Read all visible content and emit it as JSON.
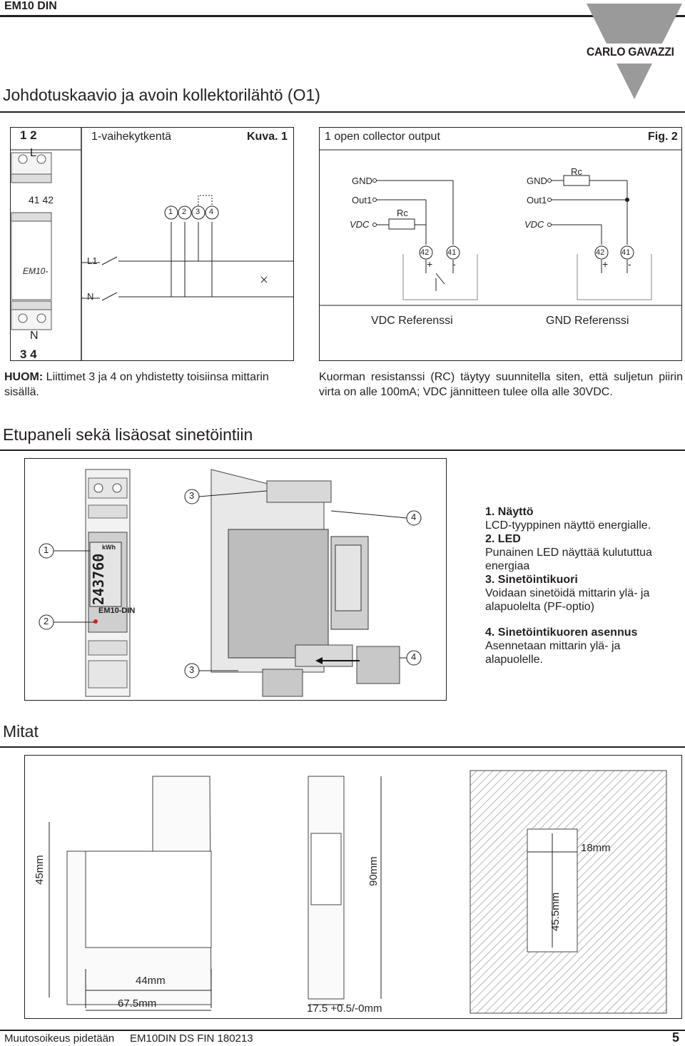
{
  "header": {
    "product": "EM10 DIN",
    "brand": "CARLO GAVAZZI"
  },
  "section1": {
    "title": "Johdotuskaavio ja avoin kollektorilähtö (O1)",
    "fig1": {
      "terminals_top": "1  2",
      "title": "1-vaihekytkentä",
      "caption": "Kuva. 1",
      "l_label": "L",
      "n_label": "N",
      "out_terminals": "41 42",
      "terminals_bottom": "3  4",
      "model": "EM10-",
      "line_l1": "L1",
      "line_n": "N",
      "circle_labels": [
        "1",
        "2",
        "3",
        "4"
      ]
    },
    "fig2": {
      "title": "1 open collector output",
      "caption": "Fig. 2",
      "gnd": "GND",
      "out1": "Out1",
      "vdc": "VDC",
      "rc": "Rc",
      "t42": "42",
      "t41": "41",
      "plus": "+",
      "minus": "-",
      "vdc_ref": "VDC Referenssi",
      "gnd_ref": "GND Referenssi"
    },
    "note_left_bold": "HUOM:",
    "note_left": " Liittimet 3 ja 4 on yhdistetty toisiinsa mittarin sisällä.",
    "note_right": "Kuorman resistanssi (RC) täytyy suunnitella siten, että suljetun piirin virta on alle 100mA; VDC jännitteen tulee olla alle 30VDC."
  },
  "section2": {
    "title": "Etupaneli sekä lisäosat sinetöintiin",
    "callouts": [
      "1",
      "2",
      "3",
      "3",
      "4",
      "4"
    ],
    "lcd_unit": "kWh",
    "lcd_value": "243760",
    "model_label": "EM10-DIN",
    "list": [
      {
        "num": "1.",
        "title": "Näyttö",
        "text": "LCD-tyyppinen näyttö energialle."
      },
      {
        "num": "2.",
        "title": "LED",
        "text": "Punainen LED näyttää kulututtua energiaa"
      },
      {
        "num": "3.",
        "title": "Sinetöintikuori",
        "text": "Voidaan sinetöidä mittarin ylä- ja alapuolelta  (PF-optio)"
      },
      {
        "num": "4.",
        "title": "Sinetöintikuoren asennus",
        "text": "Asennetaan mittarin ylä- ja alapuolelle."
      }
    ]
  },
  "section3": {
    "title": "Mitat",
    "dims": {
      "h45": "45mm",
      "w44": "44mm",
      "w675": "67.5mm",
      "h90": "90mm",
      "w175": "17.5  +0.5/-0mm",
      "w18": "18mm",
      "h455": "45.5mm"
    }
  },
  "footer": {
    "left": "Muutosoikeus pidetään",
    "doc": "EM10DIN DS FIN 180213",
    "page": "5"
  }
}
